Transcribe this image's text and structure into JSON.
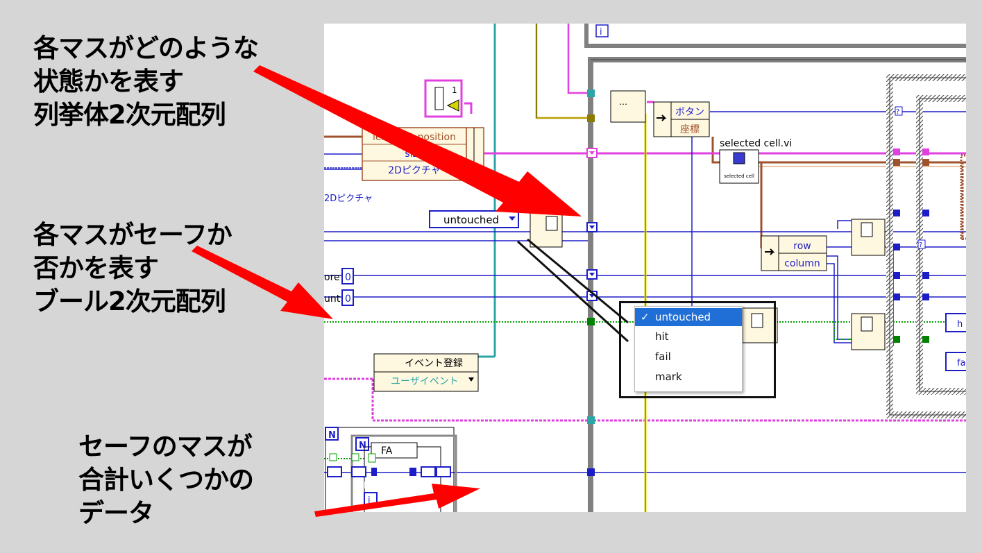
{
  "annotations": {
    "enum": "各マスがどのような\n状態かを表す\n列挙体2次元配列",
    "bool": "各マスがセーフか\n否かを表す\nブール2次元配列",
    "count": "セーフのマスが\n合計いくつかの\nデータ"
  },
  "diagram": {
    "cluster_fields": [
      "left right position",
      "size",
      "2Dピクチャ"
    ],
    "picture_label": "2Dピクチャ",
    "enum_constant": "untouched",
    "score_label": "ore",
    "score_value": "0",
    "count_label": "unt",
    "count_value": "0",
    "event_node": "イベント登録",
    "user_event": "ユーザイベント",
    "unbundle_fields": [
      "ボタン",
      "座標"
    ],
    "subvi_name": "selected cell.vi",
    "subvi_icon_text": "selected cell",
    "rowcol_fields": [
      "row",
      "column"
    ],
    "loop_index": "i",
    "n_label": "N",
    "case_selector": "FA",
    "one_const": "1",
    "dots": "…",
    "unknown": "?",
    "h_label": "h",
    "f_label": "fa"
  },
  "dropdown": {
    "options": [
      "untouched",
      "hit",
      "fail",
      "mark"
    ],
    "selected": "untouched",
    "check": "✓"
  },
  "colors": {
    "enum_wire": "#1d1dc8",
    "cluster_wire": "#a0522d",
    "refnum_wire": "#e040e0",
    "bool_wire": "#00a000",
    "arrow": "#ff0000",
    "loop_frame": "#808080"
  }
}
